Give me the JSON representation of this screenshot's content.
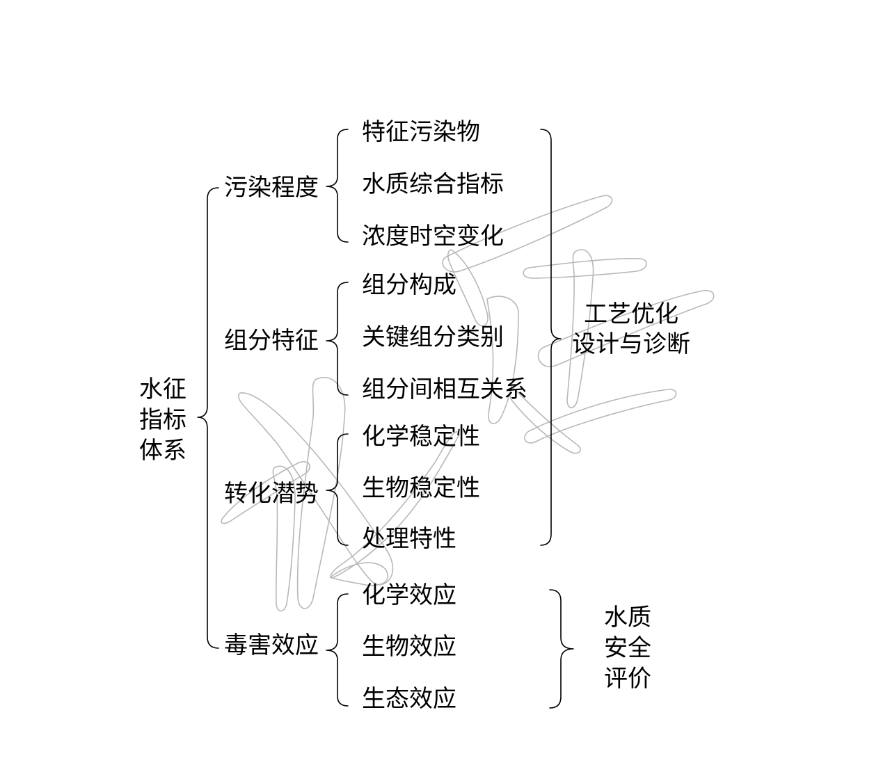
{
  "root": {
    "lines": [
      "水征",
      "指标",
      "体系"
    ]
  },
  "categories": [
    {
      "label": "污染程度",
      "items": [
        "特征污染物",
        "水质综合指标",
        "浓度时空变化"
      ]
    },
    {
      "label": "组分特征",
      "items": [
        "组分构成",
        "关键组分类别",
        "组分间相互关系"
      ]
    },
    {
      "label": "转化潜势",
      "items": [
        "化学稳定性",
        "生物稳定性",
        "处理特性"
      ]
    },
    {
      "label": "毒害效应",
      "items": [
        "化学效应",
        "生物效应",
        "生态效应"
      ]
    }
  ],
  "outcomes": [
    {
      "lines": [
        "工艺优化",
        "设计与诊断"
      ]
    },
    {
      "lines": [
        "水质",
        "安全",
        "评价"
      ]
    }
  ],
  "colors": {
    "text": "#000000",
    "brace": "#000000",
    "watermark": "#b8b8b8",
    "background": "#ffffff"
  }
}
